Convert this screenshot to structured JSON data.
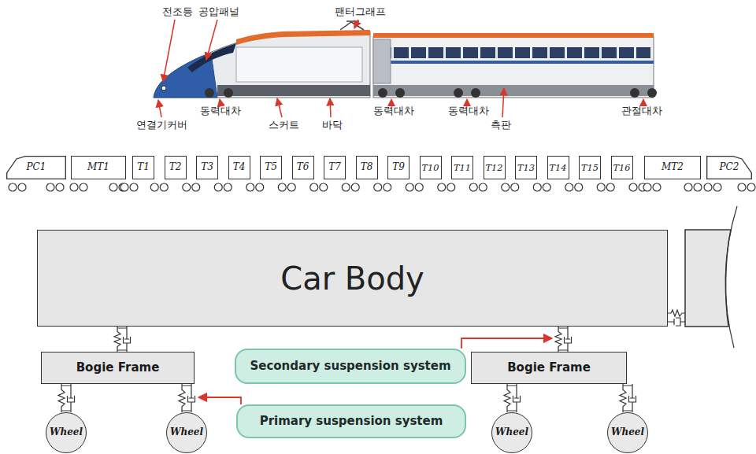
{
  "diagram": {
    "nodes": [
      {
        "text": [
          "PC1"
        ]
      },
      {
        "text": [
          "MT1"
        ]
      },
      {
        "text": [
          "T1"
        ]
      },
      {
        "text": [
          "T2"
        ]
      },
      {
        "text": [
          "T3"
        ]
      },
      {
        "text": [
          "T4"
        ]
      },
      {
        "text": [
          "T5"
        ]
      },
      {
        "text": [
          "T6"
        ]
      },
      {
        "text": [
          "T7"
        ]
      },
      {
        "text": [
          "T8"
        ]
      },
      {
        "text": [
          "T9"
        ]
      },
      {
        "text": [
          "T10"
        ]
      },
      {
        "text": [
          "T11"
        ]
      },
      {
        "text": [
          "T12"
        ]
      },
      {
        "text": [
          "T13"
        ]
      },
      {
        "text": [
          "T14"
        ]
      },
      {
        "text": [
          "T15"
        ]
      },
      {
        "text": [
          "T16"
        ]
      },
      {
        "text": [
          "MT2"
        ]
      },
      {
        "text": [
          "PC2"
        ]
      },
      {
        "text": [
          "Car Body"
        ]
      },
      {
        "text": [
          "Bogie Frame"
        ]
      },
      {
        "text": [
          "Secondary suspension system"
        ]
      },
      {
        "text": [
          "Bogie Frame"
        ]
      },
      {
        "text": [
          "Wheel"
        ]
      },
      {
        "text": [
          "Wheel"
        ]
      },
      {
        "text": [
          "Primary suspension system"
        ]
      },
      {
        "text": [
          "Wheel"
        ]
      },
      {
        "text": [
          "Wheel"
        ]
      }
    ],
    "edges": [
      {
        "from": 20,
        "to": 21,
        "arrow": "none"
      },
      {
        "from": 20,
        "to": 23,
        "arrow": "none"
      },
      {
        "from": 21,
        "to": 24,
        "arrow": "none"
      },
      {
        "from": 21,
        "to": 25,
        "arrow": "none"
      },
      {
        "from": 23,
        "to": 27,
        "arrow": "none"
      },
      {
        "from": 23,
        "to": 28,
        "arrow": "none"
      }
    ],
    "labels": [
      "전조등",
      "공압패널",
      "팬터그래프",
      "동력대차",
      "동력대차",
      "동력대차",
      "관절대차",
      "연결기커버",
      "스커트",
      "바닥",
      "측판"
    ]
  }
}
